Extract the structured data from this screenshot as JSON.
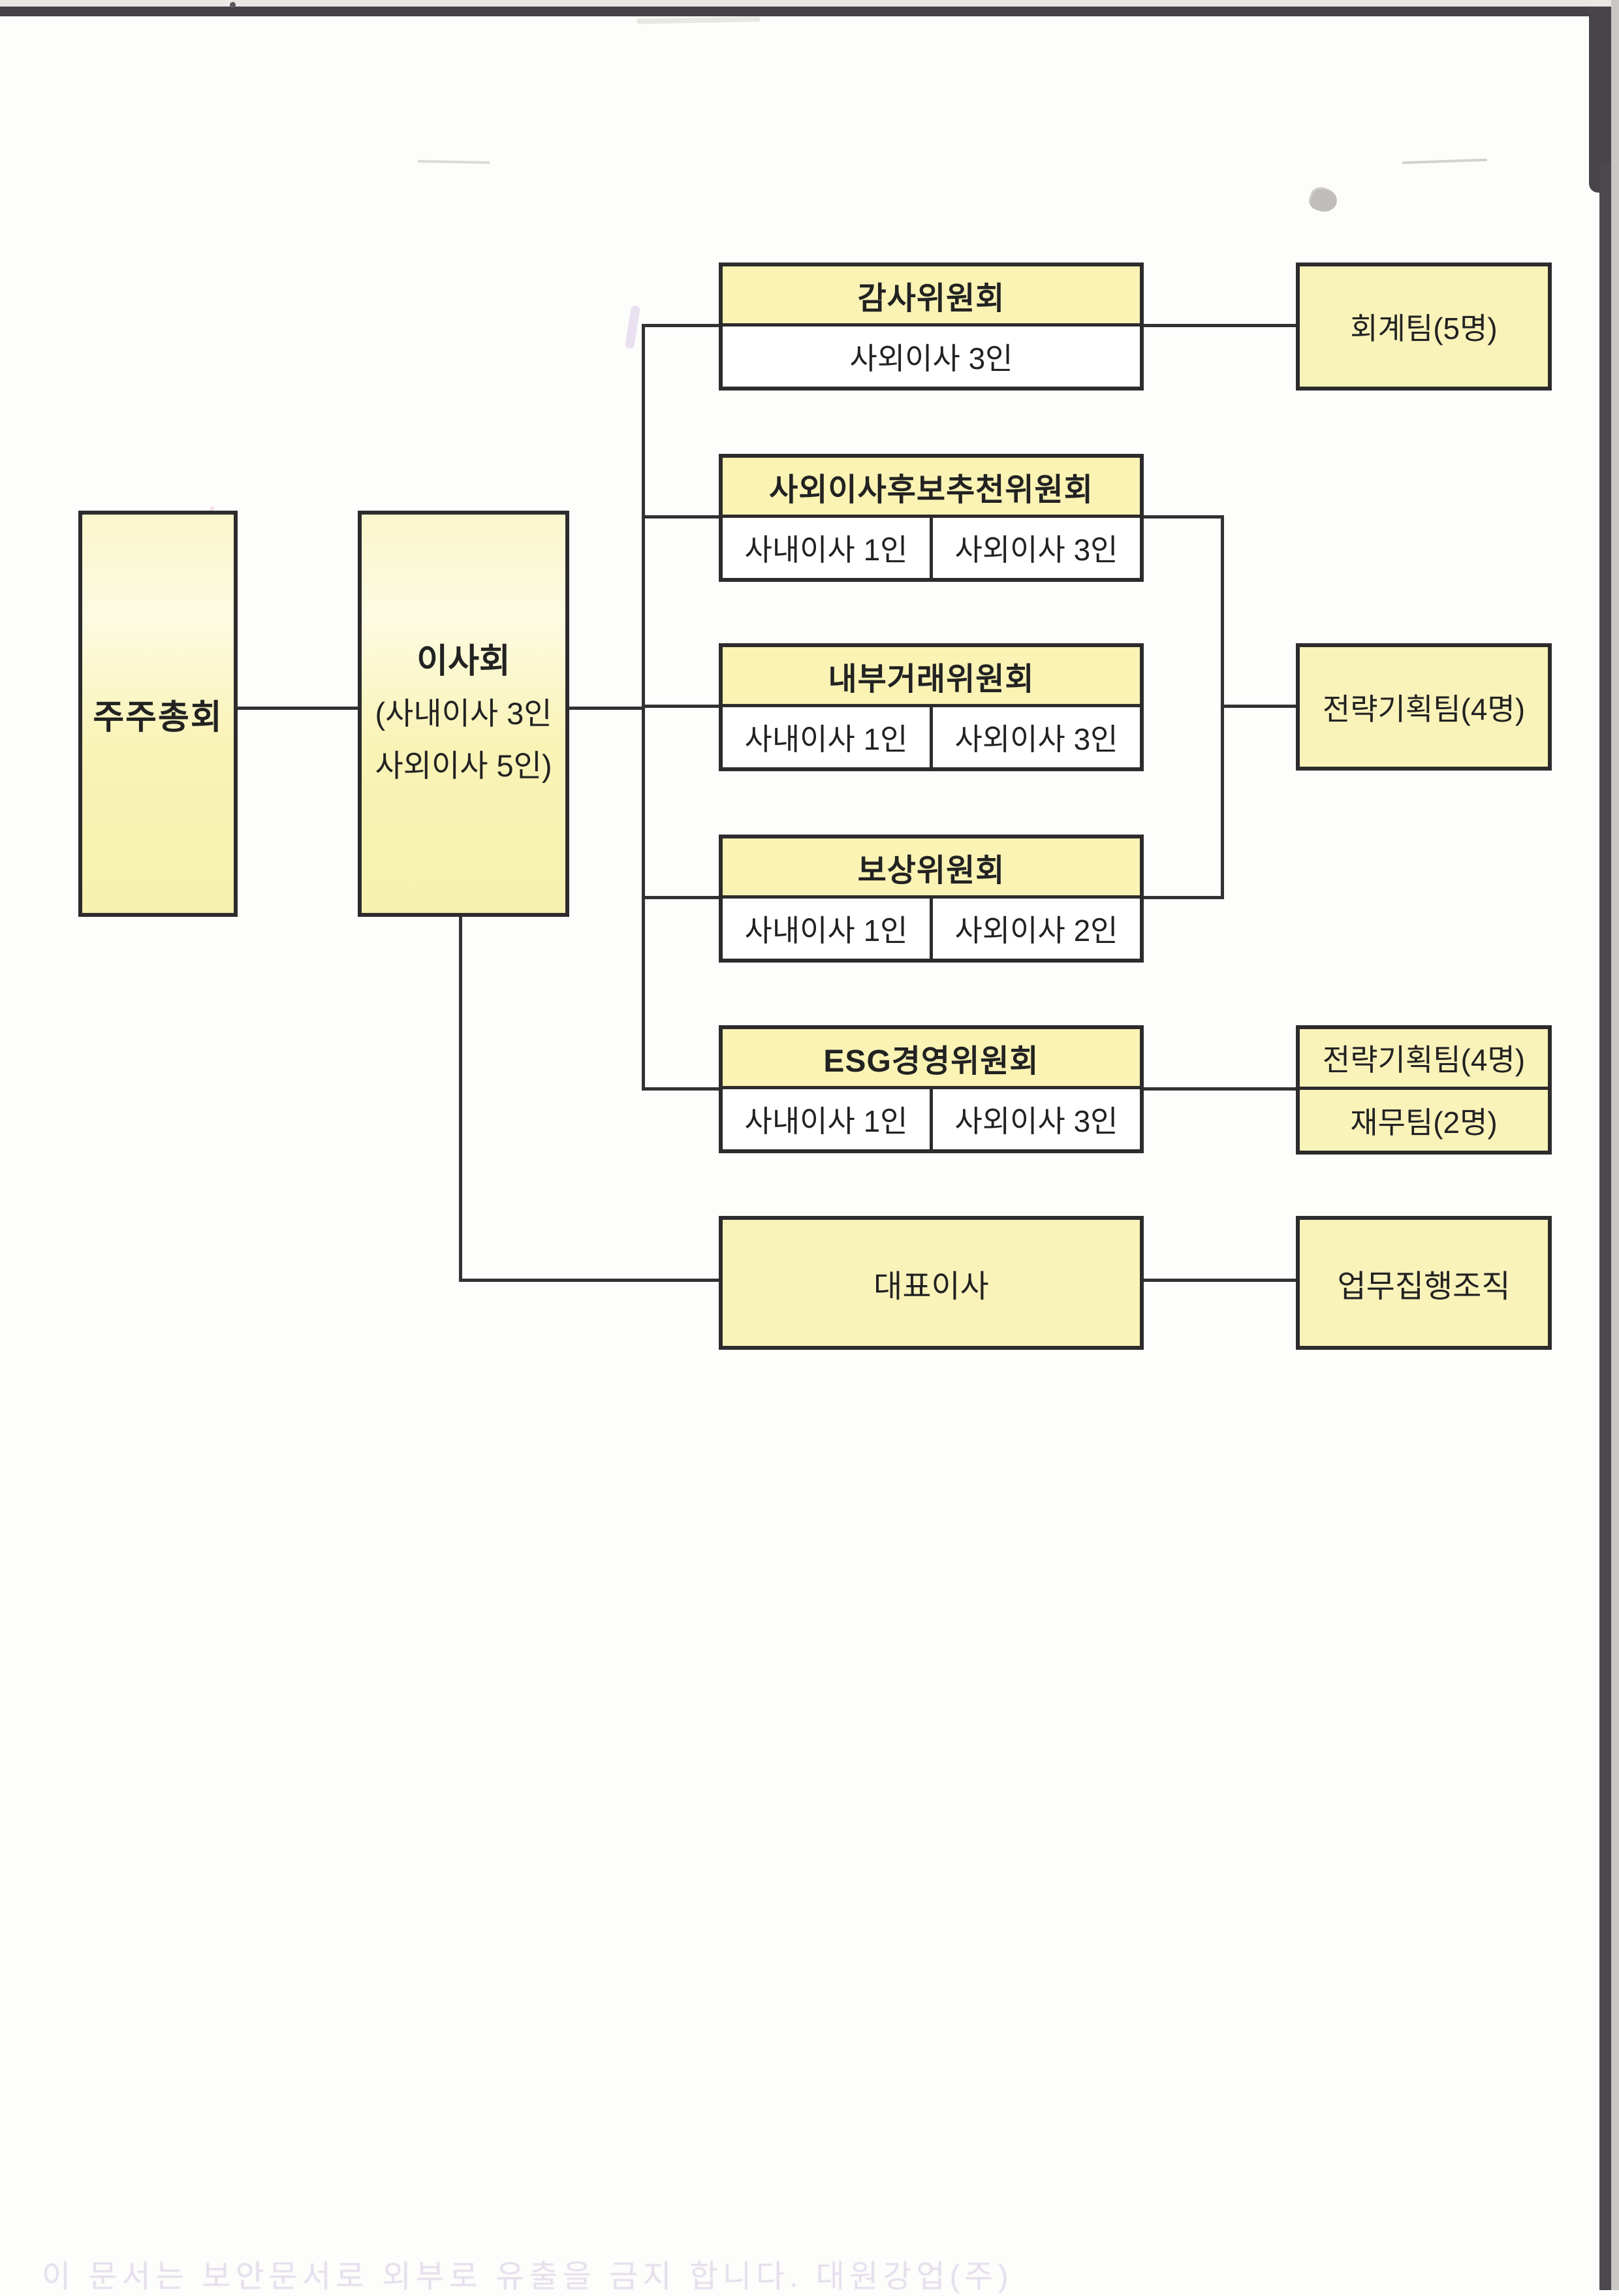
{
  "nodes": {
    "shareholders": {
      "label": "주주총회"
    },
    "board": {
      "title": "이사회",
      "subtitle_line1": "(사내이사 3인",
      "subtitle_line2": "사외이사 5인)"
    },
    "committees": [
      {
        "id": "audit",
        "title": "감사위원회",
        "cells": [
          "사외이사 3인"
        ]
      },
      {
        "id": "nomination",
        "title": "사외이사후보추천위원회",
        "cells": [
          "사내이사 1인",
          "사외이사 3인"
        ]
      },
      {
        "id": "internal-trade",
        "title": "내부거래위원회",
        "cells": [
          "사내이사 1인",
          "사외이사 3인"
        ]
      },
      {
        "id": "compensation",
        "title": "보상위원회",
        "cells": [
          "사내이사 1인",
          "사외이사 2인"
        ]
      },
      {
        "id": "esg",
        "title": "ESG경영위원회",
        "cells": [
          "사내이사 1인",
          "사외이사 3인"
        ]
      }
    ],
    "ceo": {
      "label": "대표이사"
    },
    "right_column": {
      "accounting_label": "회계팀(5명)",
      "strategy_label": "전략기획팀(4명)",
      "esg_team1_label": "전략기획팀(4명)",
      "esg_team2_label": "재무팀(2명)",
      "executive_label": "업무집행조직"
    }
  },
  "watermark_text": "이 문서는 보안문서로 외부로 유출을 금지 합니다. 대원강업(주)",
  "colors": {
    "box_fill": "#f9f3ba",
    "header_fill": "#faf3b4",
    "box_border": "#2d2b2c",
    "connector": "#333132",
    "scan_bar": "#47454a",
    "watermark": "#a98fc9"
  }
}
